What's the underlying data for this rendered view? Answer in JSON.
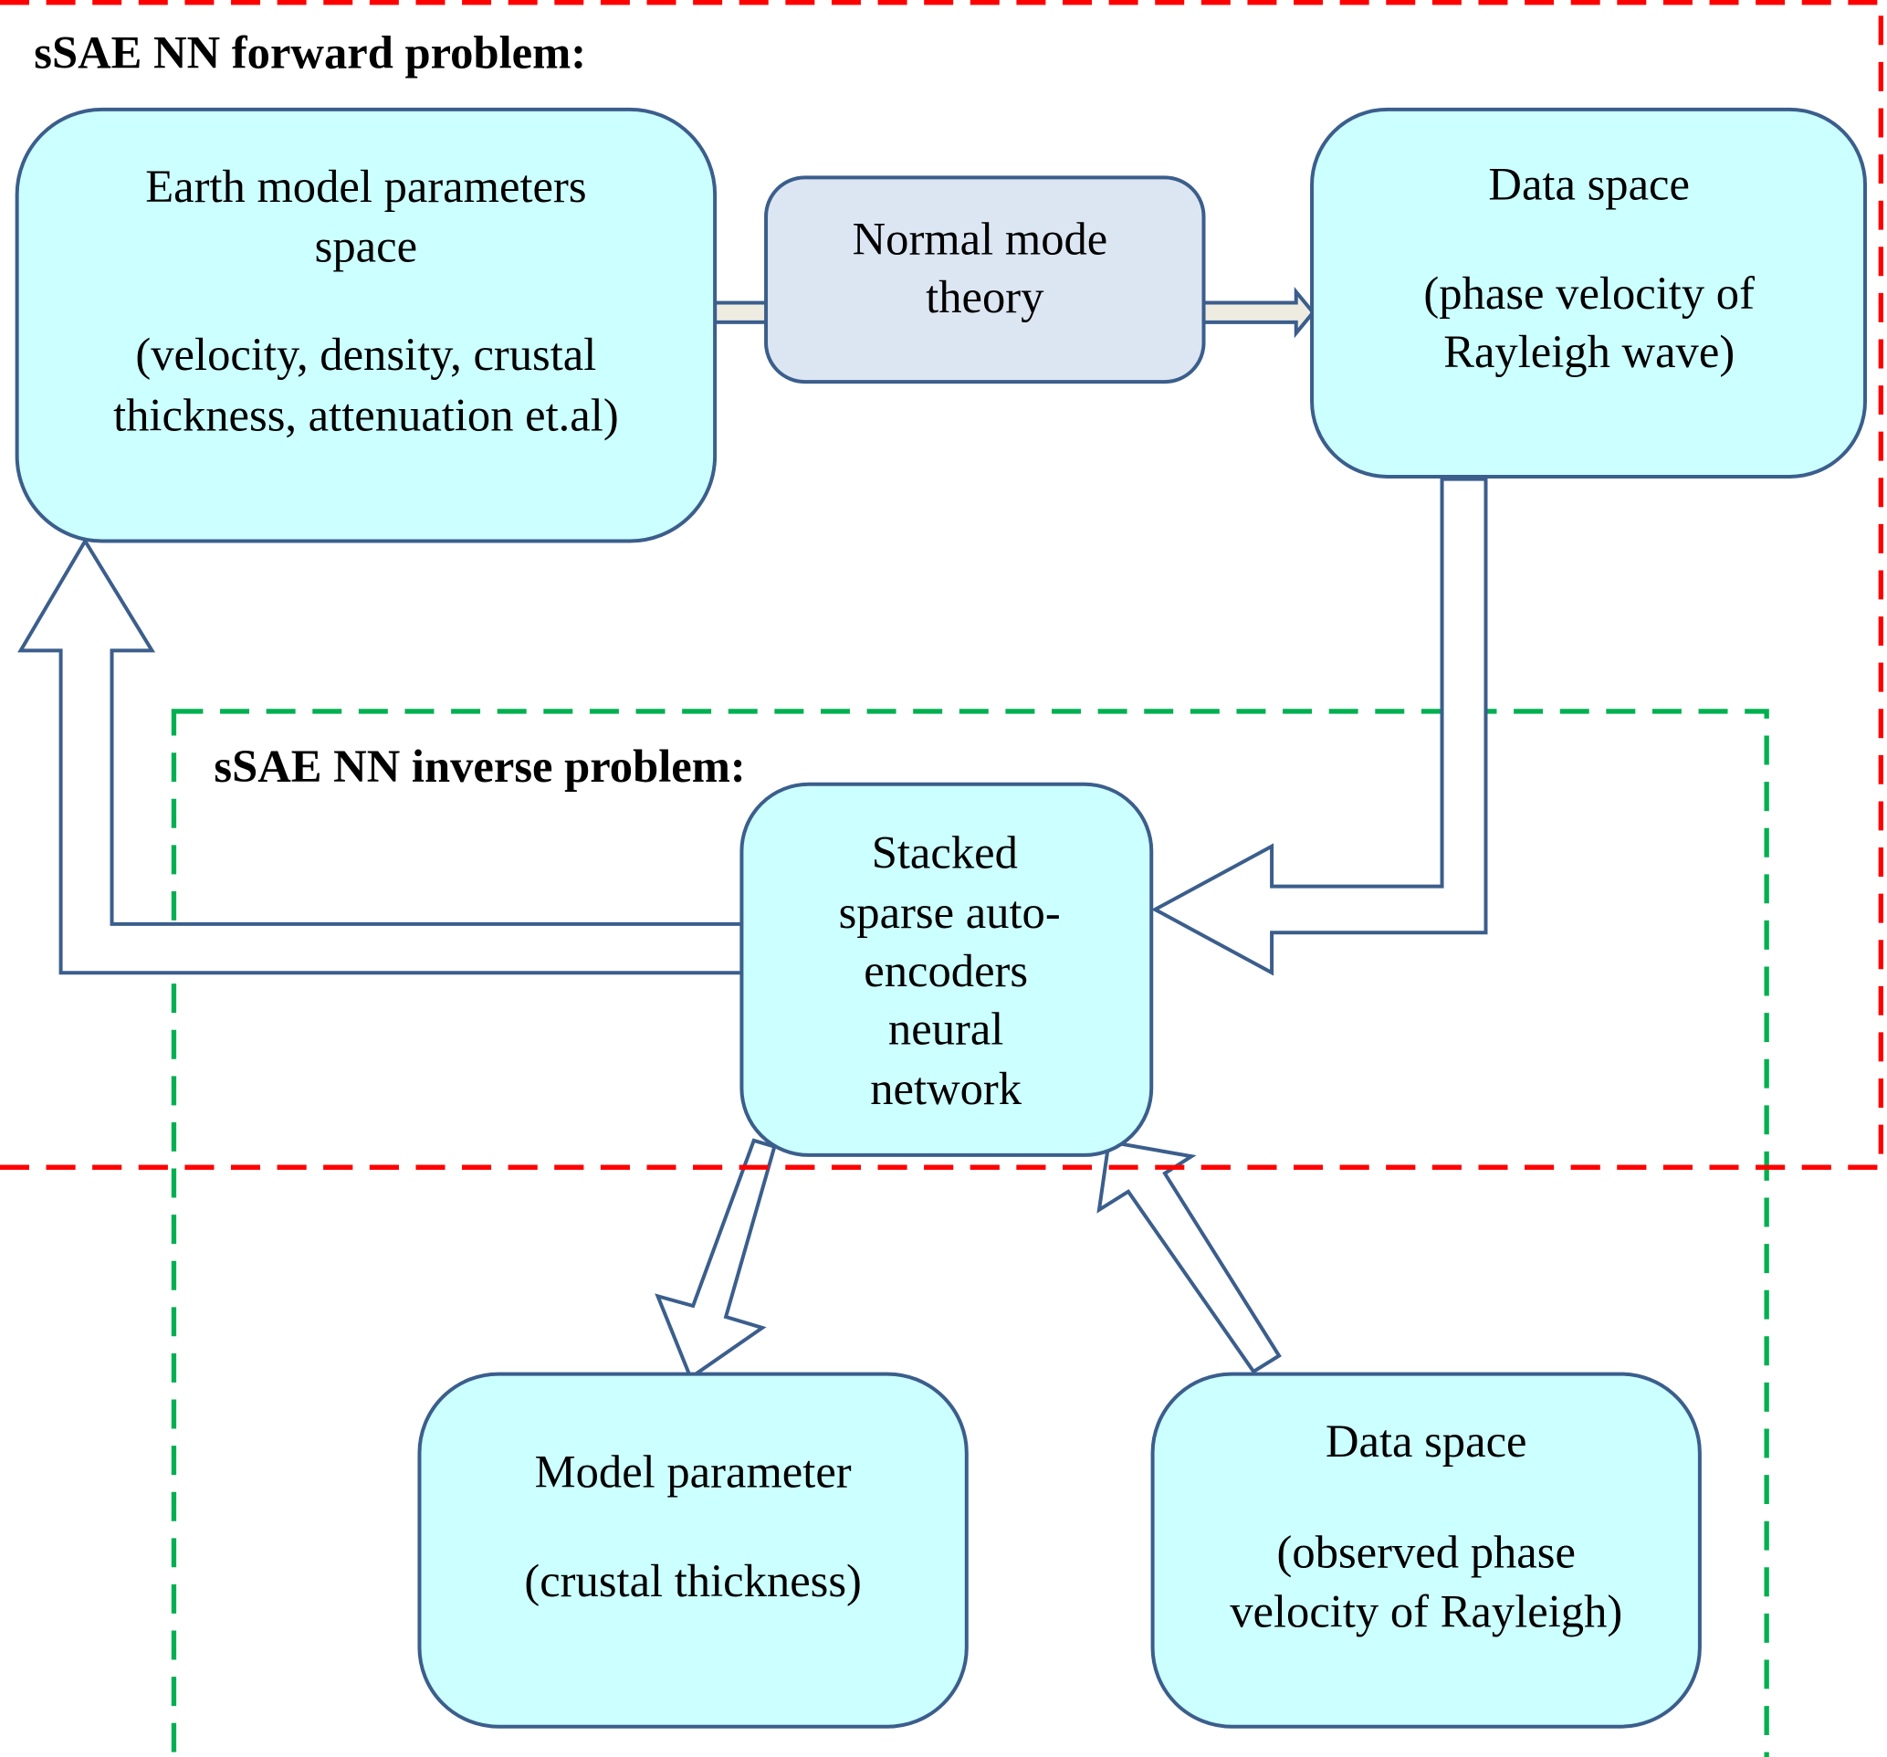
{
  "forward_region": {
    "title": "sSAE NN forward problem:",
    "border_color": "#ff0000"
  },
  "inverse_region": {
    "title": "sSAE NN inverse problem:",
    "border_color": "#00b050"
  },
  "nodes": {
    "earth_model": {
      "lines": [
        "Earth model parameters",
        "space",
        "",
        "(velocity, density, crustal",
        "thickness, attenuation et.al)"
      ]
    },
    "normal_mode": {
      "lines": [
        "Normal mode",
        "theory"
      ]
    },
    "data_space_forward": {
      "lines": [
        "Data space",
        "",
        "(phase velocity of",
        "Rayleigh wave)"
      ]
    },
    "ssae_network": {
      "lines": [
        "Stacked",
        "sparse auto-",
        "encoders",
        "neural",
        "network"
      ]
    },
    "model_parameter": {
      "lines": [
        "Model parameter",
        "",
        "(crustal thickness)"
      ]
    },
    "data_space_observed": {
      "lines": [
        "Data space",
        "",
        "(observed phase",
        "velocity of Rayleigh)"
      ]
    }
  },
  "colors": {
    "box_fill": "#ccffff",
    "theory_fill": "#dce6f2",
    "stroke": "#3b5e8c"
  }
}
